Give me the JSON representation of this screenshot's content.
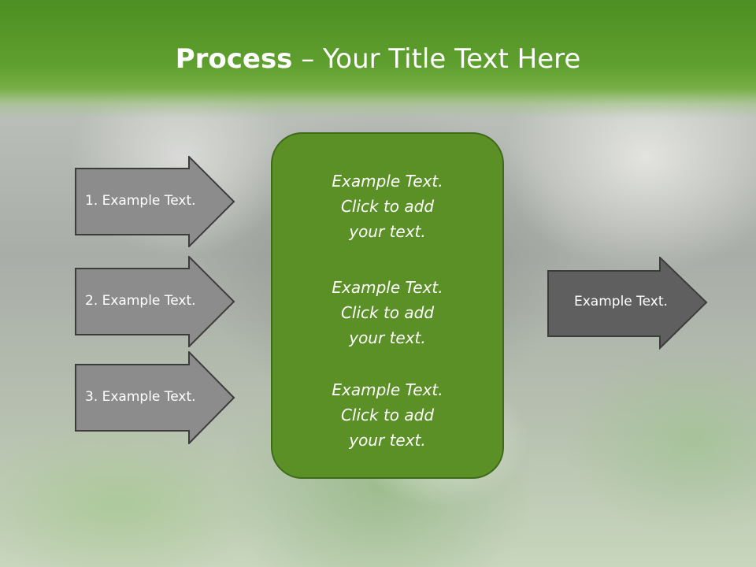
{
  "slide": {
    "title_bold": "Process",
    "title_rest": " – Your Title Text Here",
    "left_items": [
      {
        "label": "1. Example Text."
      },
      {
        "label": "2. Example Text."
      },
      {
        "label": "3. Example Text."
      }
    ],
    "center_blocks": [
      {
        "line1": "Example Text.",
        "line2": "Click  to add",
        "line3": "your text."
      },
      {
        "line1": "Example Text.",
        "line2": "Click  to add",
        "line3": "your text."
      },
      {
        "line1": "Example Text.",
        "line2": "Click  to add",
        "line3": "your text."
      }
    ],
    "right_item": {
      "label": "Example Text."
    }
  },
  "colors": {
    "header_green": "#5f9f2e",
    "center_box": "#5b9027",
    "left_arrow_fill": "#8c8c8c",
    "right_arrow_fill": "#5f5f5f",
    "arrow_stroke": "#3c3c3c",
    "text": "#ffffff"
  }
}
